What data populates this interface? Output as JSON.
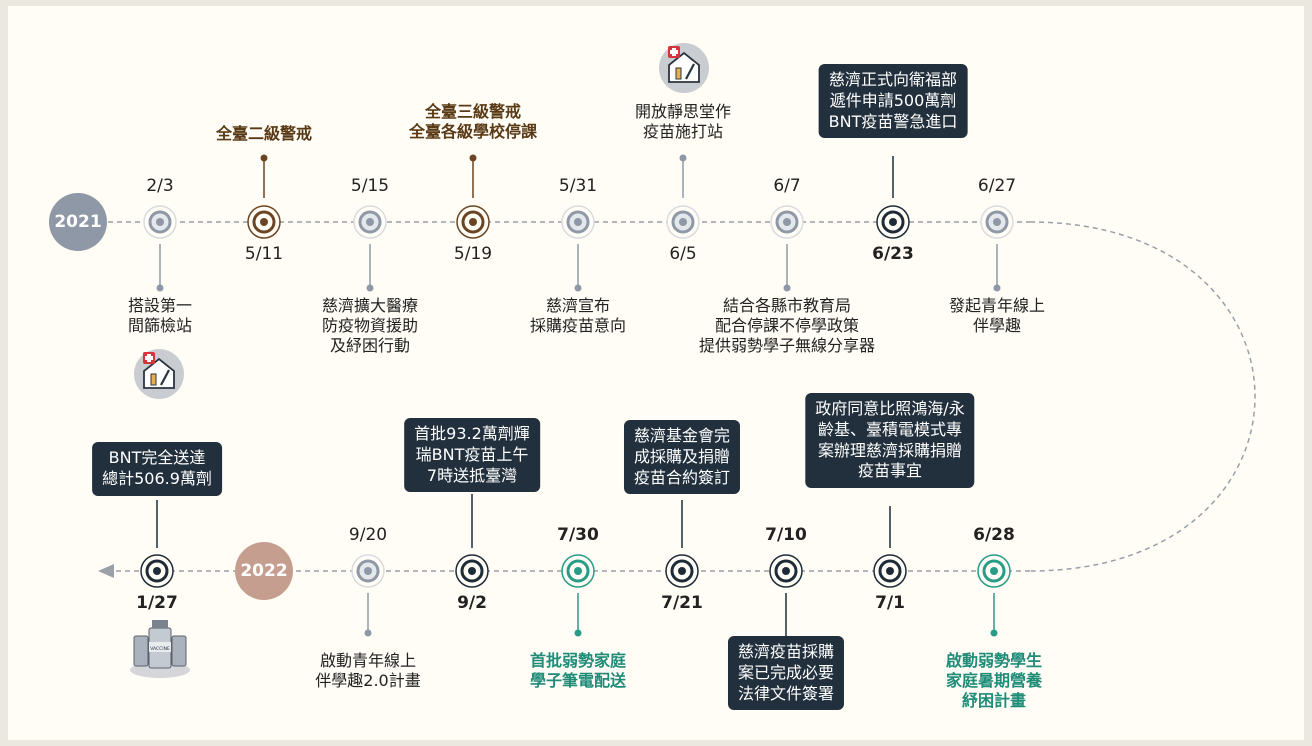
{
  "years": {
    "y2021": "2021",
    "y2022": "2022"
  },
  "colors": {
    "gray": "#8e98a6",
    "brown": "#6b4523",
    "dark": "#1e2b38",
    "teal": "#2a9b86",
    "year2021": "#8e98a6",
    "year2022": "#c59e8f"
  },
  "events": [
    {
      "id": "e-0203",
      "date": "2/3",
      "desc": "搭設第一\n間篩檢站",
      "color": "gray"
    },
    {
      "id": "e-0511",
      "date": "5/11",
      "desc": "全臺二級警戒",
      "color": "brown"
    },
    {
      "id": "e-0515",
      "date": "5/15",
      "desc": "慈濟擴大醫療\n防疫物資援助\n及紓困行動",
      "color": "gray"
    },
    {
      "id": "e-0519",
      "date": "5/19",
      "desc": "全臺三級警戒\n全臺各級學校停課",
      "color": "brown"
    },
    {
      "id": "e-0531",
      "date": "5/31",
      "desc": "慈濟宣布\n採購疫苗意向",
      "color": "gray"
    },
    {
      "id": "e-0605",
      "date": "6/5",
      "desc": "開放靜思堂作\n疫苗施打站",
      "color": "gray"
    },
    {
      "id": "e-0607",
      "date": "6/7",
      "desc": "結合各縣市教育局\n配合停課不停學政策\n提供弱勢學子無線分享器",
      "color": "gray"
    },
    {
      "id": "e-0623",
      "date": "6/23",
      "desc": "慈濟正式向衛福部\n遞件申請500萬劑\nBNT疫苗警急進口",
      "color": "dark"
    },
    {
      "id": "e-0627",
      "date": "6/27",
      "desc": "發起青年線上\n伴學趣",
      "color": "gray"
    },
    {
      "id": "e-0628",
      "date": "6/28",
      "desc": "啟動弱勢學生\n家庭暑期營養\n紓困計畫",
      "color": "teal"
    },
    {
      "id": "e-0701",
      "date": "7/1",
      "desc": "政府同意比照鴻海/永\n齡基、臺積電模式專\n案辦理慈濟採購捐贈\n疫苗事宜",
      "color": "dark"
    },
    {
      "id": "e-0710",
      "date": "7/10",
      "desc": "慈濟疫苗採購\n案已完成必要\n法律文件簽署",
      "color": "dark"
    },
    {
      "id": "e-0721",
      "date": "7/21",
      "desc": "慈濟基金會完\n成採購及捐贈\n疫苗合約簽訂",
      "color": "dark"
    },
    {
      "id": "e-0730",
      "date": "7/30",
      "desc": "首批弱勢家庭\n學子筆電配送",
      "color": "teal"
    },
    {
      "id": "e-0902",
      "date": "9/2",
      "desc": "首批93.2萬劑輝\n瑞BNT疫苗上午\n7時送抵臺灣",
      "color": "dark"
    },
    {
      "id": "e-0920",
      "date": "9/20",
      "desc": "啟動青年線上\n伴學趣2.0計畫",
      "color": "gray"
    },
    {
      "id": "e-0127",
      "date": "1/27",
      "desc": "BNT完全送達\n總計506.9萬劑",
      "color": "dark"
    }
  ],
  "icons": {
    "clinic_top": "clinic-icon",
    "clinic_left": "clinic-icon",
    "vaccine": "vaccine-vials-icon",
    "vaccine_label": "VACCINE"
  }
}
